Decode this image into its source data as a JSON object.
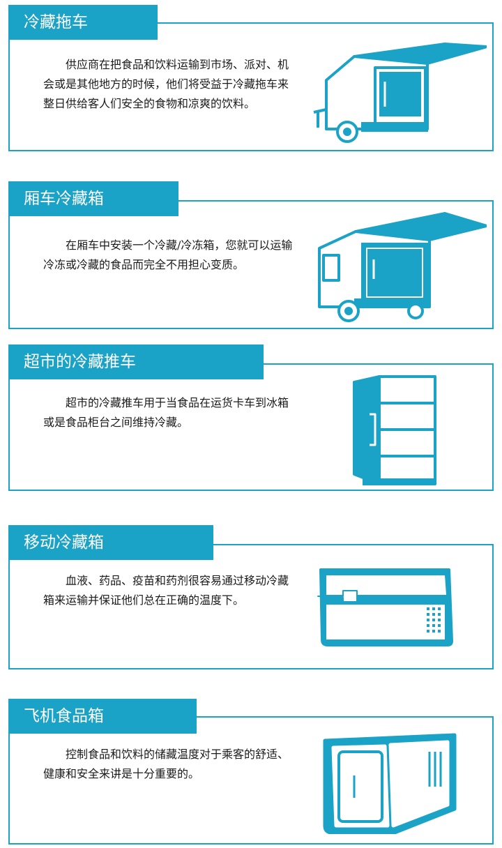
{
  "accent_color": "#1aa3c7",
  "sections": [
    {
      "title": "冷藏拖车",
      "text": "供应商在把食品和饮料运输到市场、派对、机会或是其他地方的时候，他们将受益于冷藏拖车来整日供给客人们安全的食物和凉爽的饮料。",
      "icon": "refrigerated-trailer-icon"
    },
    {
      "title": "厢车冷藏箱",
      "text": "在厢车中安装一个冷藏/冷冻箱，您就可以运输冷冻或冷藏的食品而完全不用担心变质。",
      "icon": "refrigerated-van-icon"
    },
    {
      "title": "超市的冷藏推车",
      "text": "超市的冷藏推车用于当食品在运货卡车到冰箱或是食品柜台之间维持冷藏。",
      "icon": "refrigerated-cart-icon"
    },
    {
      "title": "移动冷藏箱",
      "text": "血液、药品、疫苗和药剂很容易通过移动冷藏箱来运输并保证他们总在正确的温度下。",
      "icon": "portable-cooler-icon"
    },
    {
      "title": "飞机食品箱",
      "text": "控制食品和饮料的储藏温度对于乘客的舒适、健康和安全来讲是十分重要的。",
      "icon": "airline-food-box-icon"
    }
  ]
}
